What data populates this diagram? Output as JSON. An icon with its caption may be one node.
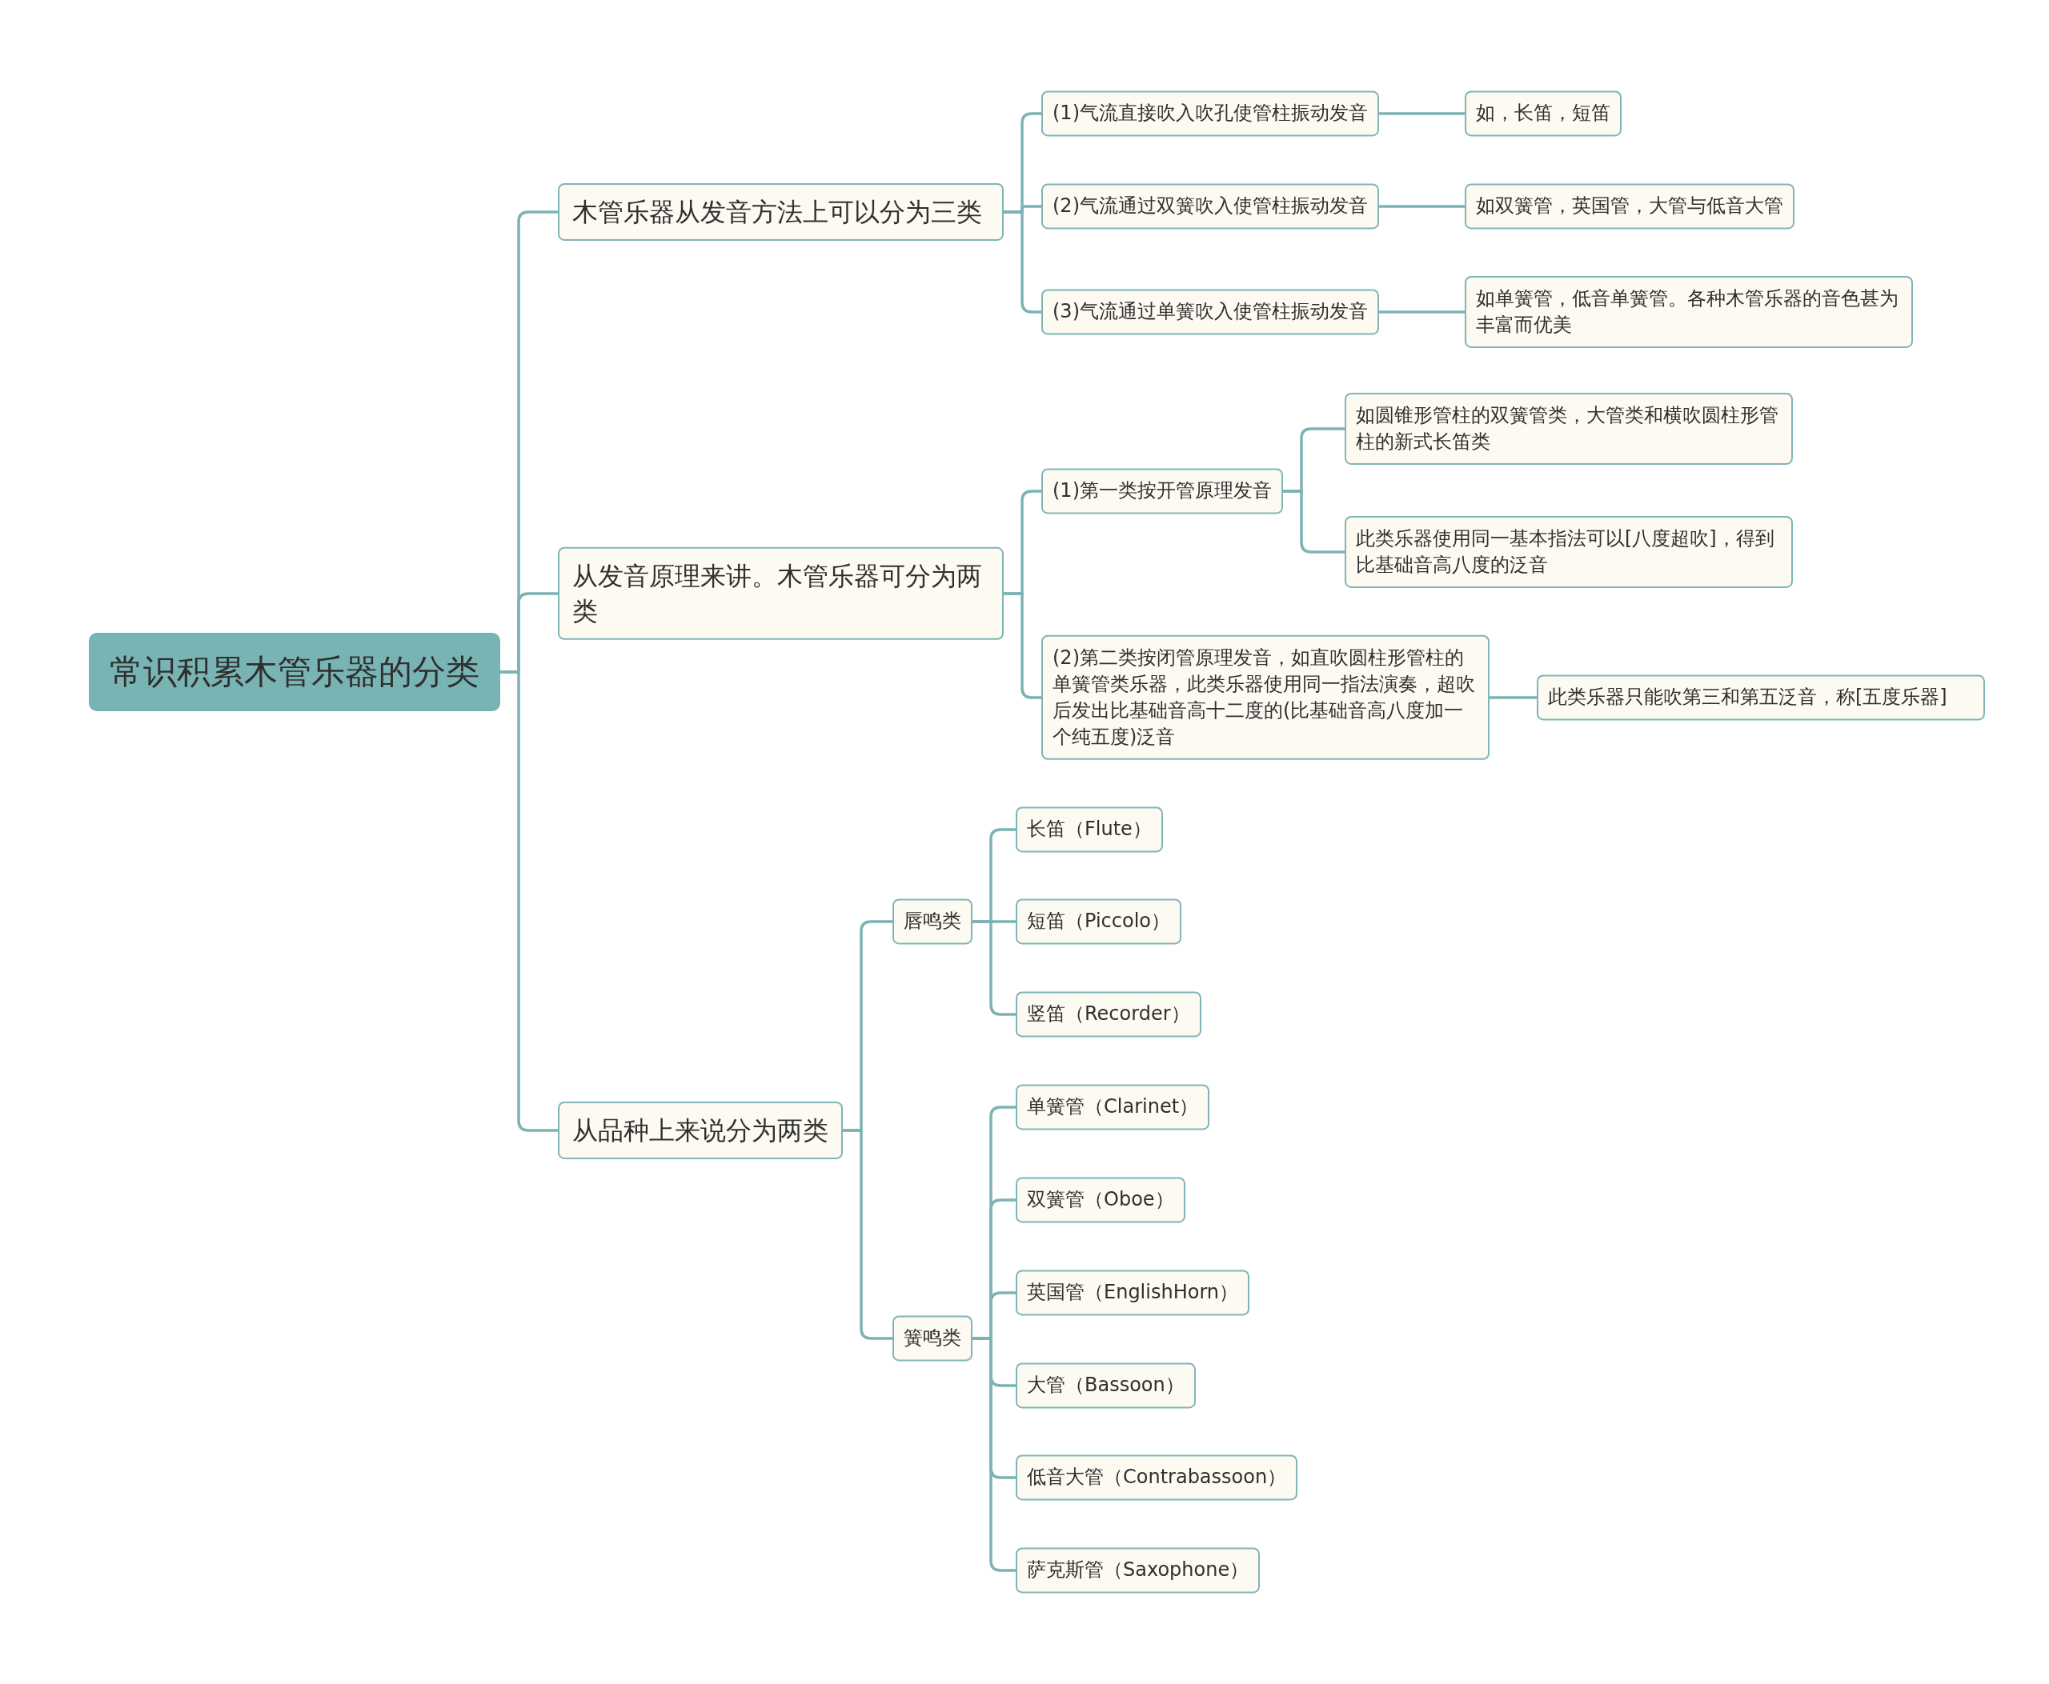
{
  "diagram": {
    "nodes": [
      {
        "text": [
          "常识积累木管乐器的分类"
        ]
      },
      {
        "text": [
          "木管乐器从发音方法上可以分为三类"
        ]
      },
      {
        "text": [
          "(1)气流直接吹入吹孔使管柱振动发音"
        ]
      },
      {
        "text": [
          "如，长笛，短笛"
        ]
      },
      {
        "text": [
          "(2)气流通过双簧吹入使管柱振动发音"
        ]
      },
      {
        "text": [
          "如双簧管，英国管，大管与低音大管"
        ]
      },
      {
        "text": [
          "(3)气流通过单簧吹入使管柱振动发音"
        ]
      },
      {
        "text": [
          "如单簧管，低音单簧管。各种木管乐器的音色甚为丰富而优美"
        ]
      },
      {
        "text": [
          "从发音原理来讲。木管乐器可分为两类"
        ]
      },
      {
        "text": [
          "(1)第一类按开管原理发音"
        ]
      },
      {
        "text": [
          "如圆锥形管柱的双簧管类，大管类和横吹圆柱形管柱的新式长笛类"
        ]
      },
      {
        "text": [
          "此类乐器使用同一基本指法可以[八度超吹]，得到比基础音高八度的泛音"
        ]
      },
      {
        "text": [
          "(2)第二类按闭管原理发音，如直吹圆柱形管柱的单簧管类乐器，此类乐器使用同一指法演奏，超吹后发出比基础音高十二度的(比基础音高八度加一个纯五度)泛音"
        ]
      },
      {
        "text": [
          "此类乐器只能吹第三和第五泛音，称[五度乐器]"
        ]
      },
      {
        "text": [
          "从品种上来说分为两类"
        ]
      },
      {
        "text": [
          "唇鸣类"
        ]
      },
      {
        "text": [
          "长笛（Flute）"
        ]
      },
      {
        "text": [
          "短笛（Piccolo）"
        ]
      },
      {
        "text": [
          "竖笛（Recorder）"
        ]
      },
      {
        "text": [
          "簧鸣类"
        ]
      },
      {
        "text": [
          "单簧管（Clarinet）"
        ]
      },
      {
        "text": [
          "双簧管（Oboe）"
        ]
      },
      {
        "text": [
          "英国管（EnglishHorn）"
        ]
      },
      {
        "text": [
          "大管（Bassoon）"
        ]
      },
      {
        "text": [
          "低音大管（Contrabassoon）"
        ]
      },
      {
        "text": [
          "萨克斯管（Saxophone）"
        ]
      }
    ],
    "edges": [
      {
        "from": 0,
        "to": 1,
        "arrow": "none"
      },
      {
        "from": 1,
        "to": 2,
        "arrow": "none"
      },
      {
        "from": 2,
        "to": 3,
        "arrow": "none"
      },
      {
        "from": 1,
        "to": 4,
        "arrow": "none"
      },
      {
        "from": 4,
        "to": 5,
        "arrow": "none"
      },
      {
        "from": 1,
        "to": 6,
        "arrow": "none"
      },
      {
        "from": 6,
        "to": 7,
        "arrow": "none"
      },
      {
        "from": 0,
        "to": 8,
        "arrow": "none"
      },
      {
        "from": 8,
        "to": 9,
        "arrow": "none"
      },
      {
        "from": 9,
        "to": 10,
        "arrow": "none"
      },
      {
        "from": 9,
        "to": 11,
        "arrow": "none"
      },
      {
        "from": 8,
        "to": 12,
        "arrow": "none"
      },
      {
        "from": 12,
        "to": 13,
        "arrow": "none"
      },
      {
        "from": 0,
        "to": 14,
        "arrow": "none"
      },
      {
        "from": 14,
        "to": 15,
        "arrow": "none"
      },
      {
        "from": 15,
        "to": 16,
        "arrow": "none"
      },
      {
        "from": 15,
        "to": 17,
        "arrow": "none"
      },
      {
        "from": 15,
        "to": 18,
        "arrow": "none"
      },
      {
        "from": 14,
        "to": 19,
        "arrow": "none"
      },
      {
        "from": 19,
        "to": 20,
        "arrow": "none"
      },
      {
        "from": 19,
        "to": 21,
        "arrow": "none"
      },
      {
        "from": 19,
        "to": 22,
        "arrow": "none"
      },
      {
        "from": 19,
        "to": 23,
        "arrow": "none"
      },
      {
        "from": 19,
        "to": 24,
        "arrow": "none"
      },
      {
        "from": 19,
        "to": 25,
        "arrow": "none"
      }
    ]
  }
}
